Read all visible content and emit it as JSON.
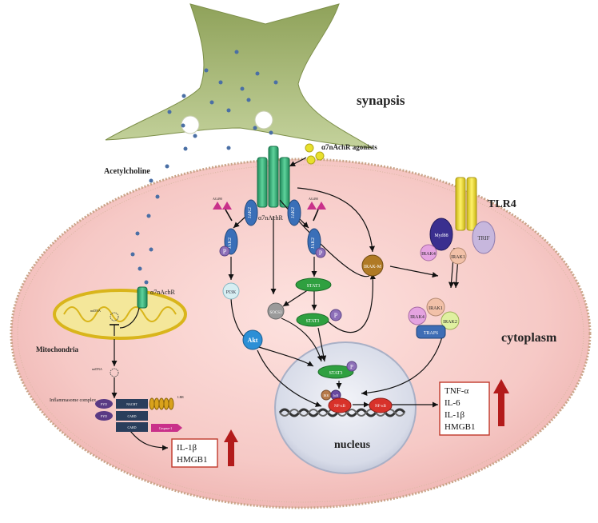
{
  "labels": {
    "synapsis": "synapsis",
    "acetylcholine": "Acetylcholine",
    "agonists": "α7nAchR agonists",
    "receptor": "α7nAchR",
    "receptor_mito": "α7nAchR",
    "tlr4": "TLR4",
    "cytoplasm": "cytoplasm",
    "nucleus": "nucleus",
    "mitochondria": "Mitochondria",
    "inflammasome": "Inflammasome complex",
    "ag490_left": "AG490",
    "ag490_right": "AG490",
    "mtdna_1": "mtDNA",
    "mtdna_2": "mtDNA"
  },
  "nodes": {
    "jak2_a": "JAK2",
    "jak2_b": "JAK2",
    "jak2_c": "JAK2",
    "jak2_d": "JAK2",
    "p_left": "P",
    "p_right": "P",
    "p_stat3": "P",
    "p_nuc": "P",
    "pi3k": "PI3K",
    "akt": "Akt",
    "stat3_top": "STAT3",
    "stat3_mid": "STAT3",
    "stat3_nuc": "STAT3",
    "socs3": "SOCS3",
    "irakm": "IRAK-M",
    "myd88": "Myd88",
    "trif": "TRIF",
    "irak4_top": "IRAK4",
    "irak1_top": "IRAK1",
    "irak1_mid": "IRAK1",
    "irak4_mid": "IRAK4",
    "irak2": "IRAK2",
    "traf6": "TRAF6",
    "ikb": "IκB",
    "ikk": "IKK",
    "nfkb_1": "NF-κB",
    "nfkb_2": "NF-κB",
    "pyd_1": "PYD",
    "nacht": "NACHT",
    "lrr": "LRR",
    "pyd_2": "PYD",
    "card_1": "CARD",
    "card_2": "CARD",
    "caspase1": "Caspase-1"
  },
  "outputs": {
    "cytokines": [
      "TNF-α",
      "IL-6",
      "IL-1β",
      "HMGB1"
    ],
    "inflammasome_out": [
      "IL-1β",
      "HMGB1"
    ]
  },
  "colors": {
    "cell_fill": "#f6c9c6",
    "membrane": "#c8a48a",
    "synapse": "#b5c48a",
    "receptor": "#3bb07a",
    "jak2": "#3a6fb8",
    "stat3": "#2fa040",
    "akt": "#2c8fd6",
    "irakm": "#b07a25",
    "nfkb": "#d8322a",
    "tlr4": "#e0d22a",
    "arrow_up": "#b31b1b",
    "box_border": "#c0392b"
  }
}
